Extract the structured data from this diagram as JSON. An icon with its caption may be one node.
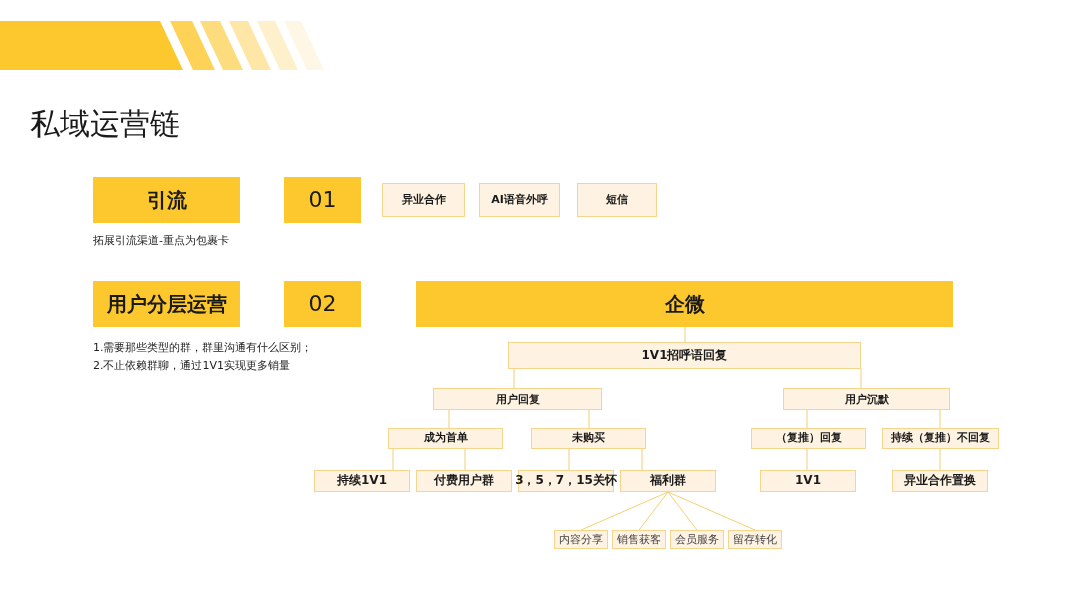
{
  "diagram": {
    "title": "私域运营链",
    "nodes": [
      {
        "text": [
          "引流"
        ],
        "beside": [
          "拓展引流渠道-重点为包裹卡"
        ]
      },
      {
        "text": [
          "01"
        ]
      },
      {
        "text": [
          "异业合作"
        ]
      },
      {
        "text": [
          "AI语音外呼"
        ]
      },
      {
        "text": [
          "短信"
        ]
      },
      {
        "text": [
          "用户分层运营"
        ],
        "beside": [
          "1.需要那些类型的群，群里沟通有什么区别；",
          "2.不止依赖群聊，通过1V1实现更多销量"
        ]
      },
      {
        "text": [
          "02"
        ]
      },
      {
        "text": [
          "企微"
        ]
      },
      {
        "text": [
          "1V1招呼语回复"
        ]
      },
      {
        "text": [
          "用户回复"
        ]
      },
      {
        "text": [
          "用户沉默"
        ]
      },
      {
        "text": [
          "成为首单"
        ]
      },
      {
        "text": [
          "未购买"
        ]
      },
      {
        "text": [
          "（复推）回复"
        ]
      },
      {
        "text": [
          "持续（复推）不回复"
        ]
      },
      {
        "text": [
          "持续1V1"
        ]
      },
      {
        "text": [
          "付费用户群"
        ]
      },
      {
        "text": [
          "3，5，7，15关怀"
        ]
      },
      {
        "text": [
          "福利群"
        ]
      },
      {
        "text": [
          "1V1"
        ]
      },
      {
        "text": [
          "异业合作置换"
        ]
      },
      {
        "text": [
          "内容分享"
        ]
      },
      {
        "text": [
          "销售获客"
        ]
      },
      {
        "text": [
          "会员服务"
        ]
      },
      {
        "text": [
          "留存转化"
        ]
      }
    ],
    "edges": [
      {
        "from": 7,
        "to": 8,
        "arrow": "none"
      },
      {
        "from": 8,
        "to": 9,
        "arrow": "none"
      },
      {
        "from": 8,
        "to": 10,
        "arrow": "none"
      },
      {
        "from": 9,
        "to": 11,
        "arrow": "none"
      },
      {
        "from": 9,
        "to": 12,
        "arrow": "none"
      },
      {
        "from": 10,
        "to": 13,
        "arrow": "none"
      },
      {
        "from": 10,
        "to": 14,
        "arrow": "none"
      },
      {
        "from": 11,
        "to": 15,
        "arrow": "none"
      },
      {
        "from": 11,
        "to": 16,
        "arrow": "none"
      },
      {
        "from": 12,
        "to": 17,
        "arrow": "none"
      },
      {
        "from": 12,
        "to": 18,
        "arrow": "none"
      },
      {
        "from": 13,
        "to": 19,
        "arrow": "none"
      },
      {
        "from": 14,
        "to": 20,
        "arrow": "none"
      },
      {
        "from": 18,
        "to": 21,
        "arrow": "none"
      },
      {
        "from": 18,
        "to": 22,
        "arrow": "none"
      },
      {
        "from": 18,
        "to": 23,
        "arrow": "none"
      },
      {
        "from": 18,
        "to": 24,
        "arrow": "none"
      }
    ]
  }
}
